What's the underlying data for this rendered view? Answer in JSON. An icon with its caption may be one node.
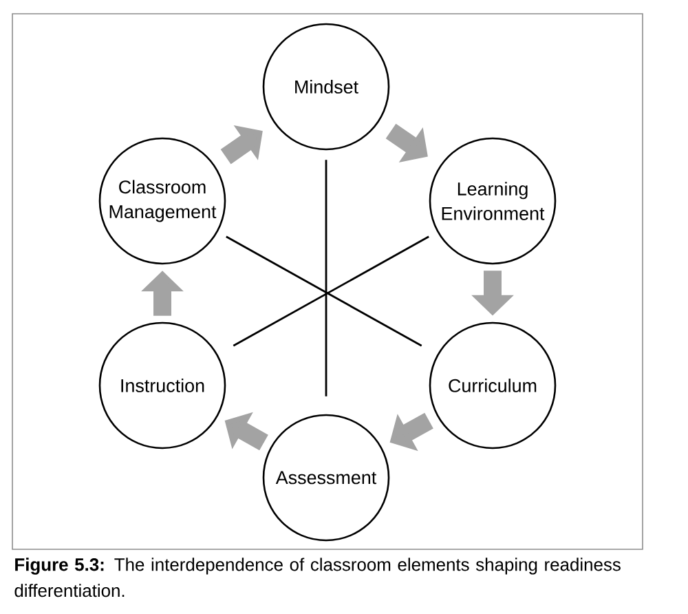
{
  "diagram": {
    "caption": "**Figure 5.3:** The interdependence of classroom elements shaping readiness differentiation.",
    "nodes": [
      {
        "text": [
          "Mindset"
        ]
      },
      {
        "text": [
          "Classroom Management"
        ]
      },
      {
        "text": [
          "Learning Environment"
        ]
      },
      {
        "text": [
          "Instruction"
        ]
      },
      {
        "text": [
          "Curriculum"
        ]
      },
      {
        "text": [
          "Assessment"
        ]
      }
    ],
    "edges": [
      {
        "from": 1,
        "to": 0,
        "arrow": "to"
      },
      {
        "from": 0,
        "to": 2,
        "arrow": "to"
      },
      {
        "from": 2,
        "to": 4,
        "arrow": "to"
      },
      {
        "from": 4,
        "to": 5,
        "arrow": "to"
      },
      {
        "from": 5,
        "to": 3,
        "arrow": "to"
      },
      {
        "from": 3,
        "to": 1,
        "arrow": "to"
      },
      {
        "from": 0,
        "to": 5,
        "arrow": "none",
        "color": "#000000"
      },
      {
        "from": 1,
        "to": 4,
        "arrow": "none",
        "color": "#000000"
      },
      {
        "from": 2,
        "to": 3,
        "arrow": "none",
        "color": "#000000"
      }
    ]
  }
}
